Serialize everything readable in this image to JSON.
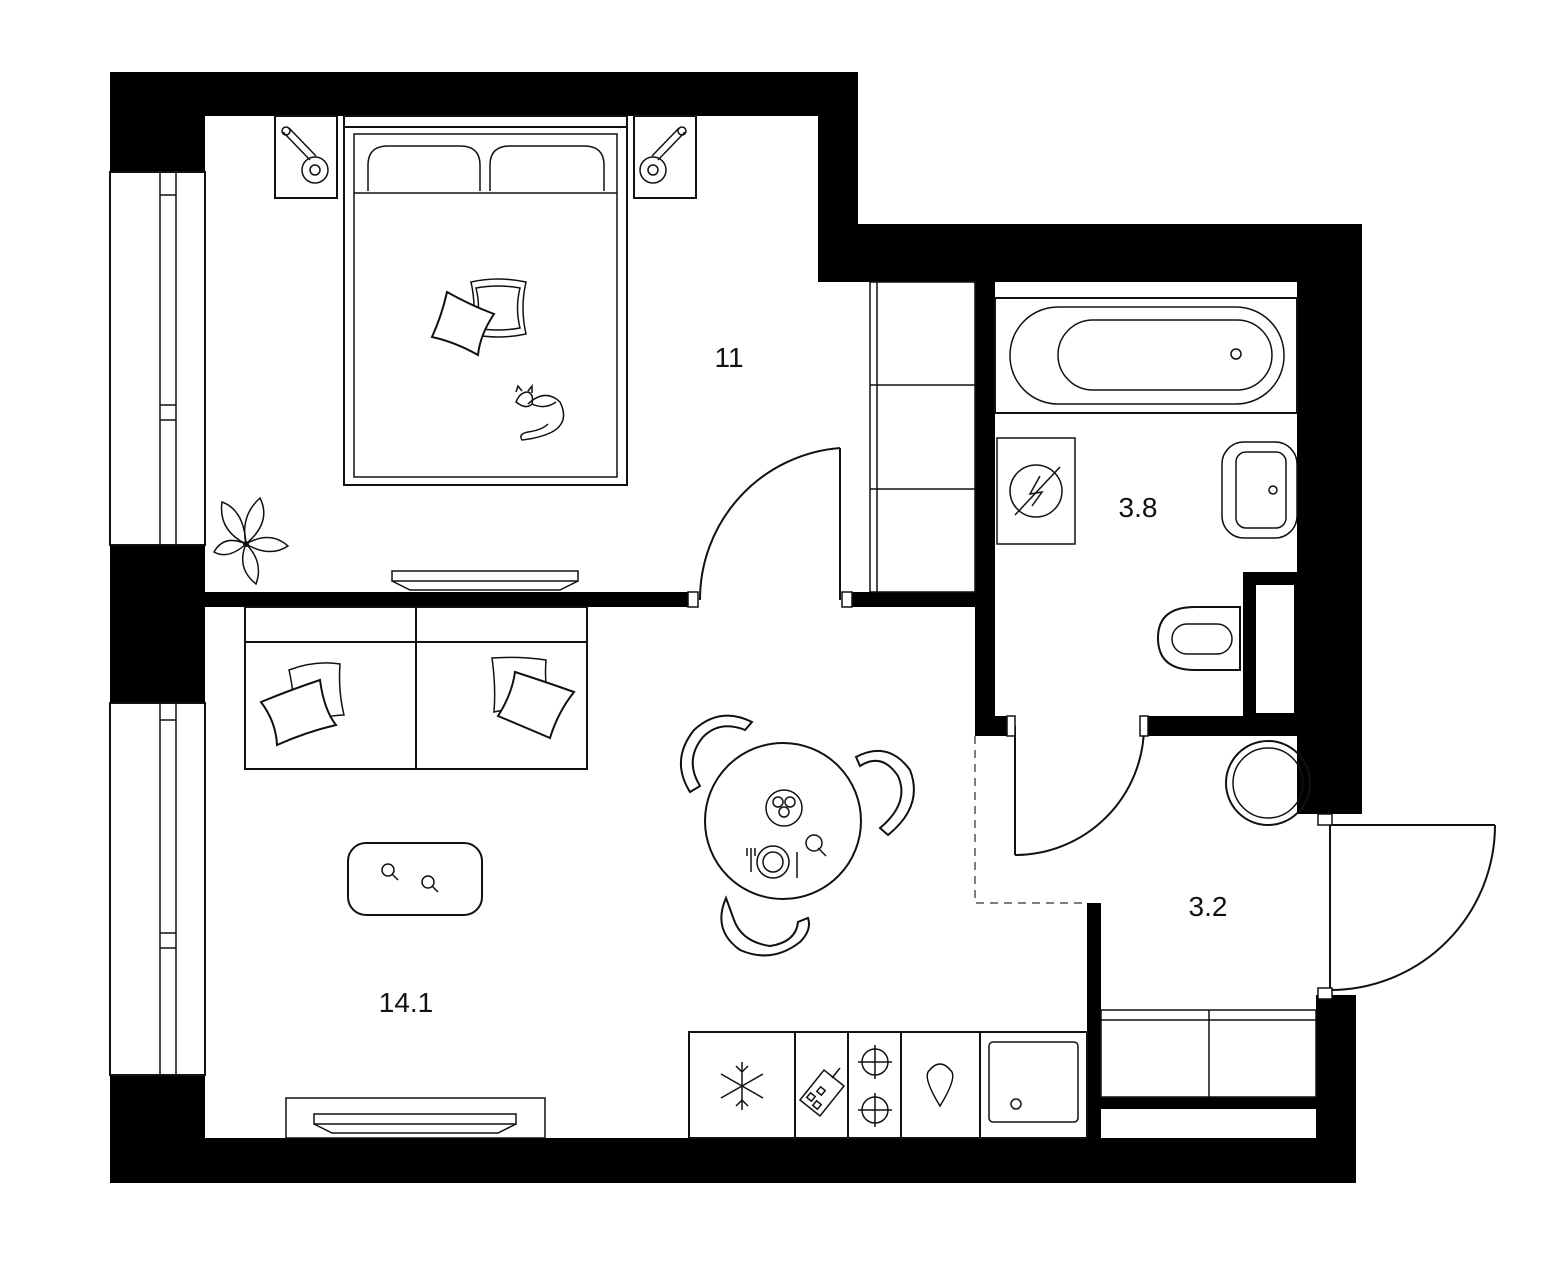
{
  "plan": {
    "wall_color": "#000000",
    "background_color": "#ffffff",
    "line_color": "#111111",
    "rooms": [
      {
        "id": "bedroom",
        "area": "11"
      },
      {
        "id": "bathroom",
        "area": "3.8"
      },
      {
        "id": "hallway",
        "area": "3.2"
      },
      {
        "id": "living-kitchen",
        "area": "14.1"
      }
    ],
    "icons": {
      "freezer": "snowflake-icon",
      "prep": "cutting-board-icon",
      "hob": "burner-icon",
      "tap": "water-drop-icon",
      "washer": "washing-machine-icon",
      "pet": "cat-icon",
      "plant": "plant-icon"
    }
  }
}
